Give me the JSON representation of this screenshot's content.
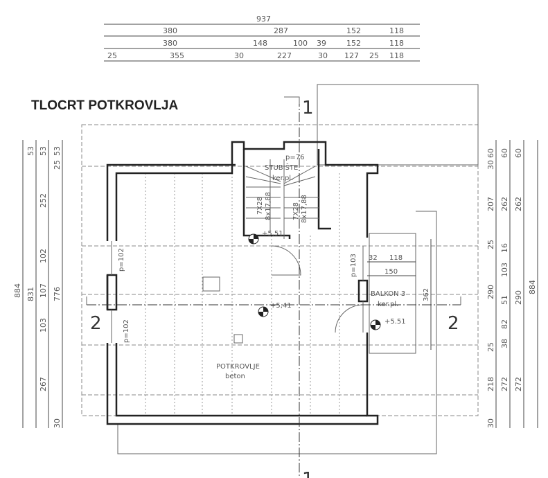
{
  "title": "TLOCRT POTKROVLJA",
  "top_dims": {
    "row1": [
      "937"
    ],
    "row2": [
      "380",
      "287",
      "152",
      "118"
    ],
    "row3": [
      "380",
      "148",
      "100",
      "39",
      "152",
      "118"
    ],
    "row4": [
      "25",
      "355",
      "30",
      "227",
      "30",
      "127",
      "25",
      "118"
    ]
  },
  "left_dims": {
    "row1": [
      "884"
    ],
    "row2": [
      "53",
      "831"
    ],
    "row3": [
      "53",
      "252",
      "102",
      "107",
      "103",
      "267"
    ],
    "row4": [
      "53",
      "25",
      "776",
      "30"
    ]
  },
  "right_dims": {
    "row1": [
      "60",
      "30",
      "207",
      "25",
      "290",
      "25",
      "218",
      "30"
    ],
    "row2": [
      "60",
      "262",
      "16",
      "103",
      "51",
      "82",
      "38",
      "272"
    ],
    "row3": [
      "60",
      "262",
      "290",
      "272"
    ],
    "row4": [
      "884"
    ]
  },
  "rooms": {
    "stairs_name": "STUBIŠTE",
    "stairs_floor": "ker.pl.",
    "stairs_opening": "p=76",
    "stair_run1": "7X28",
    "stair_run1b": "8x17,88",
    "stair_run2": "7X28",
    "stair_run2b": "8x17,88",
    "attic_name": "POTKROVLJE",
    "attic_floor": "beton",
    "balcony_name": "BALKON 3",
    "balcony_floor": "ker.pl."
  },
  "levels": [
    "+5,51",
    "+5,41",
    "+5.51"
  ],
  "openings": {
    "left_top": "p=102",
    "left_bottom": "p=102",
    "right": "p=103"
  },
  "balcony_dims": [
    "32",
    "118",
    "150",
    "362"
  ],
  "sections": {
    "s1_top": "1",
    "s1_bottom": "1",
    "s2_left": "2",
    "s2_right": "2"
  }
}
